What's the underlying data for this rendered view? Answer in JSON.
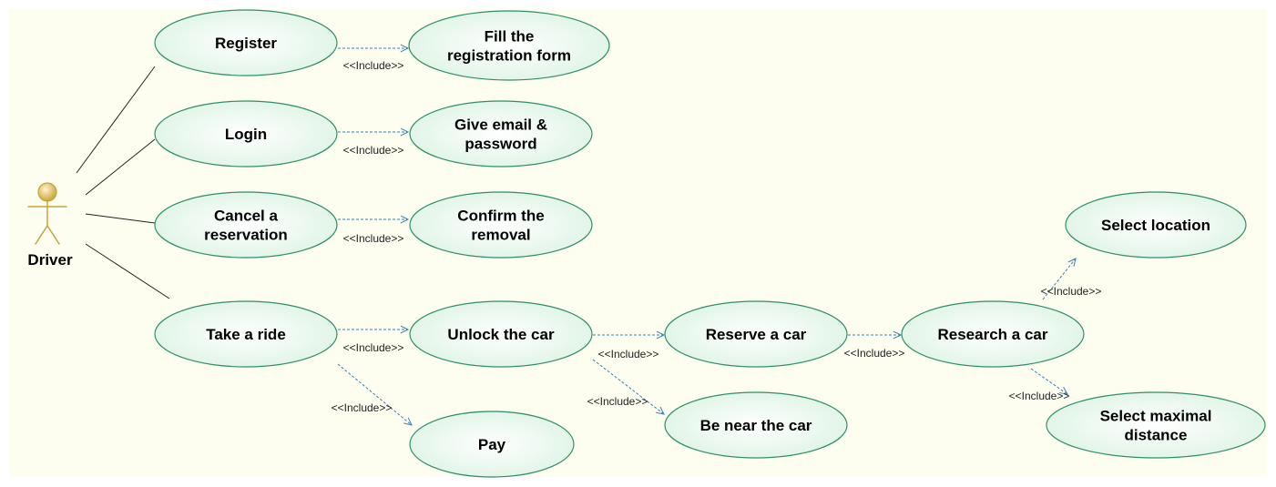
{
  "diagram": {
    "actor": {
      "name": "Driver"
    },
    "use_cases": [
      {
        "id": "register",
        "lines": [
          "Register"
        ]
      },
      {
        "id": "fill_form",
        "lines": [
          "Fill the",
          "registration form"
        ]
      },
      {
        "id": "login",
        "lines": [
          "Login"
        ]
      },
      {
        "id": "give_email",
        "lines": [
          "Give email &",
          "password"
        ]
      },
      {
        "id": "cancel",
        "lines": [
          "Cancel a",
          "reservation"
        ]
      },
      {
        "id": "confirm_removal",
        "lines": [
          "Confirm the",
          "removal"
        ]
      },
      {
        "id": "take_ride",
        "lines": [
          "Take a ride"
        ]
      },
      {
        "id": "unlock",
        "lines": [
          "Unlock the car"
        ]
      },
      {
        "id": "pay",
        "lines": [
          "Pay"
        ]
      },
      {
        "id": "reserve",
        "lines": [
          "Reserve a car"
        ]
      },
      {
        "id": "near_car",
        "lines": [
          "Be near the car"
        ]
      },
      {
        "id": "research",
        "lines": [
          "Research a car"
        ]
      },
      {
        "id": "select_location",
        "lines": [
          "Select location"
        ]
      },
      {
        "id": "select_distance",
        "lines": [
          "Select maximal",
          "distance"
        ]
      }
    ],
    "associations": [
      {
        "from": "actor",
        "to": "register"
      },
      {
        "from": "actor",
        "to": "login"
      },
      {
        "from": "actor",
        "to": "cancel"
      },
      {
        "from": "actor",
        "to": "take_ride"
      }
    ],
    "includes": [
      {
        "from": "register",
        "to": "fill_form",
        "label": "<<Include>>"
      },
      {
        "from": "login",
        "to": "give_email",
        "label": "<<Include>>"
      },
      {
        "from": "cancel",
        "to": "confirm_removal",
        "label": "<<Include>>"
      },
      {
        "from": "take_ride",
        "to": "unlock",
        "label": "<<Include>>"
      },
      {
        "from": "take_ride",
        "to": "pay",
        "label": "<<Include>>"
      },
      {
        "from": "unlock",
        "to": "reserve",
        "label": "<<Include>>"
      },
      {
        "from": "unlock",
        "to": "near_car",
        "label": "<<Include>>"
      },
      {
        "from": "reserve",
        "to": "research",
        "label": "<<Include>>"
      },
      {
        "from": "research",
        "to": "select_location",
        "label": "<<Include>>"
      },
      {
        "from": "research",
        "to": "select_distance",
        "label": "<<Include>>"
      }
    ],
    "colors": {
      "canvas": "#fdfdf0",
      "ellipse_fill": "#e4f7ea",
      "ellipse_stroke": "#2f8f69",
      "include_line": "#3b7fb5",
      "association_line": "#222222",
      "actor": "#c9a43a"
    }
  }
}
